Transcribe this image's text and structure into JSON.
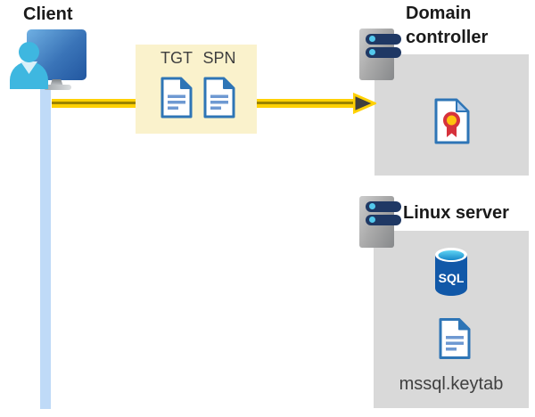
{
  "diagram": {
    "client": {
      "label": "Client"
    },
    "token_box": {
      "tgt_label": "TGT",
      "spn_label": "SPN"
    },
    "domain_controller": {
      "label": "Domain controller"
    },
    "linux_server": {
      "label": "Linux server",
      "sql_label": "SQL",
      "keytab_label": "mssql.keytab"
    }
  },
  "icons": {
    "client": "person-at-monitor-icon",
    "timeline": "vertical-lifeline",
    "flow": "yellow-arrow-right",
    "tgt": "document-icon",
    "spn": "document-icon",
    "domain_controller": "server-tower-icon",
    "certificate": "certificate-ribbon-icon",
    "linux_server": "server-tower-icon",
    "sql_database": "sql-database-cylinder-icon",
    "keytab_file": "document-icon"
  },
  "colors": {
    "highlight_yellow": "#FAF2CC",
    "arrow_yellow": "#FFD103",
    "arrow_core": "#9B8300",
    "arrowhead_dark": "#404040",
    "box_gray": "#D9D9D9",
    "timeline_blue": "#BFDAF7",
    "doc_blue": "#2E75B6",
    "doc_line_blue": "#6E99D2",
    "server_pill_navy": "#1F3864",
    "server_dot_cyan": "#53C9ED",
    "sql_blue": "#1158A8",
    "cert_red": "#D6323C",
    "cert_yellow": "#FFC20E",
    "cert_fold_blue": "#AECBEB",
    "person_cyan": "#3EB7E0",
    "text_dark": "#404040"
  }
}
